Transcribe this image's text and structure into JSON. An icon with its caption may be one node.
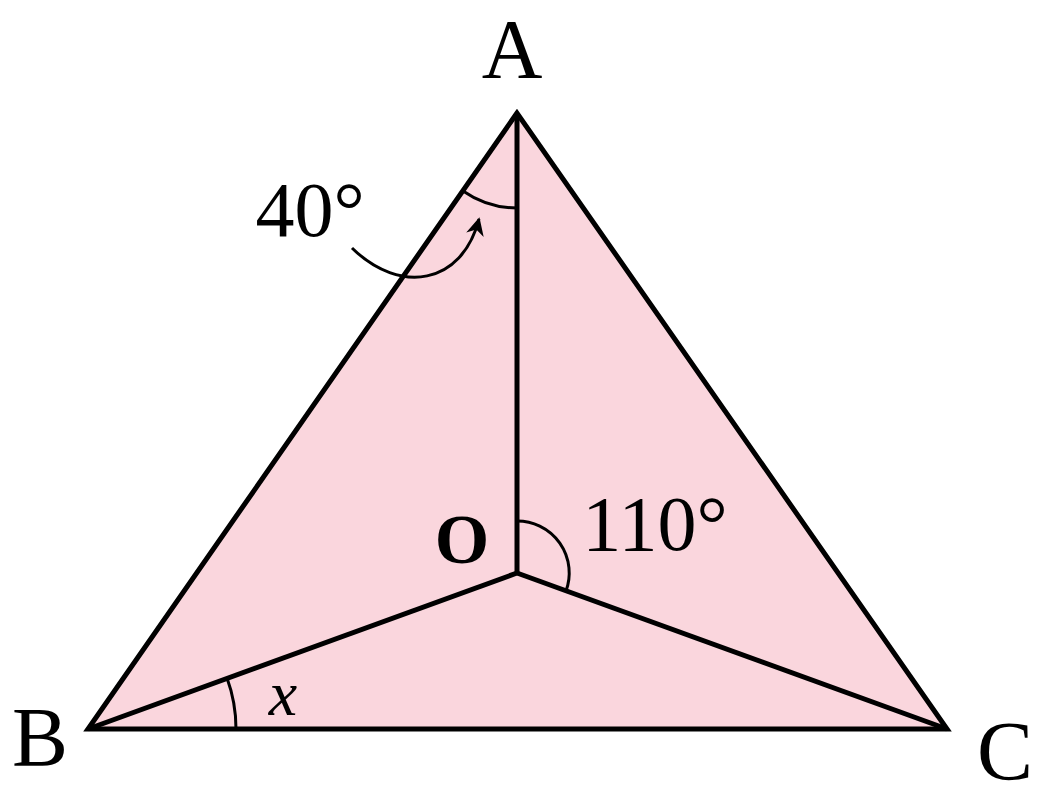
{
  "diagram": {
    "nodes": [
      {
        "text": [
          "40°"
        ]
      },
      {
        "text": [],
        "shape": "arc"
      }
    ],
    "edges": [
      {
        "from": 0,
        "to": 1,
        "arrow": "to"
      }
    ],
    "labels": [
      "A",
      "O",
      "110°",
      "B",
      "x",
      "C"
    ]
  }
}
